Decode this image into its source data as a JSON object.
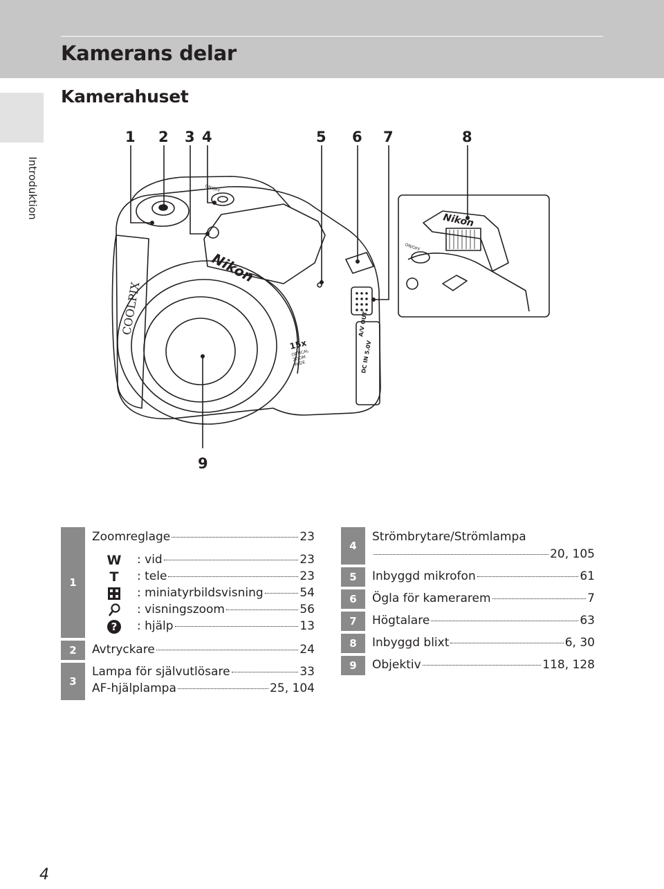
{
  "header": {
    "title": "Kamerans delar",
    "section": "Kamerahuset"
  },
  "side_tab": {
    "label": "Introduktion"
  },
  "callouts": [
    "1",
    "2",
    "3",
    "4",
    "5",
    "6",
    "7",
    "8",
    "9"
  ],
  "camera_markings": {
    "brand": "Nikon",
    "model": "COOLPIX",
    "zoom_badge": "15x",
    "zoom_sub1": "OPTICAL",
    "zoom_sub2": "ZOOM",
    "zoom_sub3": "WIDE",
    "av_out": "A/V OUT",
    "dc_in": "DC IN 5.0V",
    "on_off": "ON/OFF"
  },
  "legend_left": {
    "rows": [
      {
        "num": "1",
        "label": "Zoomreglage",
        "page": "23"
      },
      {
        "num": "2",
        "label": "Avtryckare",
        "page": "24"
      },
      {
        "num": "3",
        "label": "Lampa för självutlösare",
        "page": "33"
      }
    ],
    "zoom_sub": [
      {
        "icon": "W",
        "icon_name": "wide-icon",
        "label": ": vid",
        "page": "23"
      },
      {
        "icon": "T",
        "icon_name": "tele-icon",
        "label": ": tele",
        "page": "23"
      },
      {
        "icon": "",
        "icon_name": "thumbnail-icon",
        "label": ": miniatyrbildsvisning",
        "page": "54"
      },
      {
        "icon": "",
        "icon_name": "magnifier-icon",
        "label": ": visningszoom",
        "page": "56"
      },
      {
        "icon": "?",
        "icon_name": "help-icon",
        "label": ": hjälp",
        "page": "13"
      }
    ],
    "row3_second": {
      "label": "AF-hjälplampa",
      "page": "25, 104"
    }
  },
  "legend_right": {
    "row4": {
      "num": "4",
      "label": "Strömbrytare/Strömlampa",
      "page": "20, 105"
    },
    "rows": [
      {
        "num": "5",
        "label": "Inbyggd mikrofon",
        "page": "61"
      },
      {
        "num": "6",
        "label": "Ögla för kamerarem",
        "page": "7"
      },
      {
        "num": "7",
        "label": "Högtalare",
        "page": "63"
      },
      {
        "num": "8",
        "label": "Inbyggd blixt",
        "page": "6, 30"
      },
      {
        "num": "9",
        "label": "Objektiv",
        "page": "118, 128"
      }
    ]
  },
  "page_number": "4",
  "colors": {
    "header_band": "#c6c6c6",
    "side_tab": "#e2e2e2",
    "number_cell": "#8a8a8a",
    "text": "#231f20"
  }
}
